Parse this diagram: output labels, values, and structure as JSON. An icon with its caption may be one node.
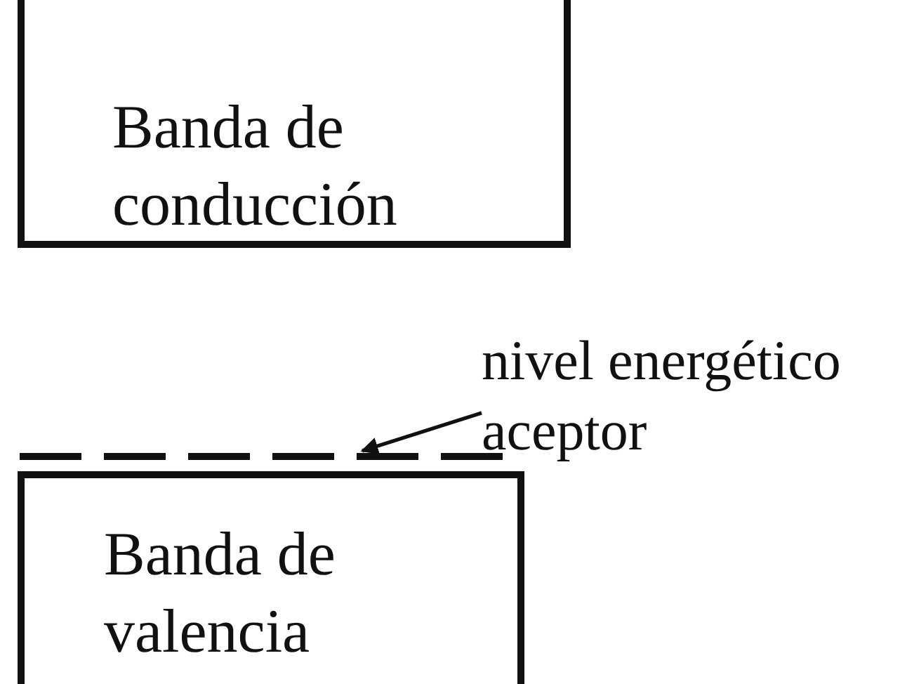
{
  "diagram": {
    "nodes": [
      {
        "text": [
          "Banda de conducción"
        ]
      },
      {
        "text": [
          "Banda de valencia"
        ]
      },
      {
        "text": [
          "nivel energético aceptor"
        ]
      },
      {
        "text": [],
        "shape": "bar"
      }
    ],
    "edges": [
      {
        "from": 2,
        "to": 3,
        "arrow": "to"
      }
    ]
  }
}
